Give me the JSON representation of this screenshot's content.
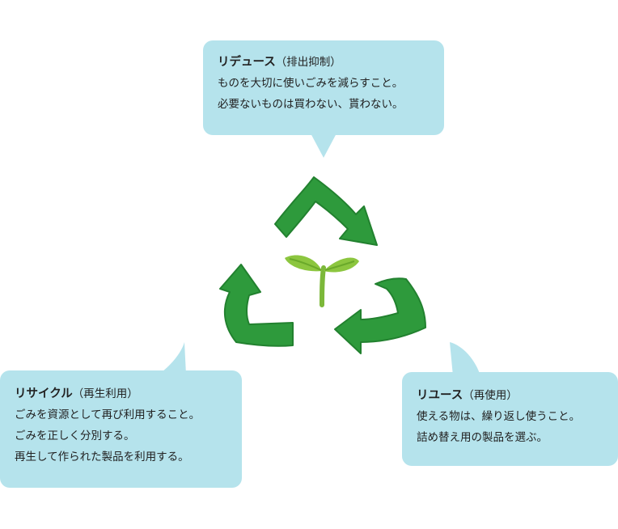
{
  "colors": {
    "bubble": "#b5e3ec",
    "arrow": "#2e9a3c",
    "arrow_edge": "#22812f",
    "sprout_leaf": "#8cc63f",
    "sprout_leaf_vein": "#6aa92a",
    "sprout_stem": "#7cb83a",
    "text": "#222222"
  },
  "icons": {
    "arrows": "recycle-arrows-icon",
    "sprout": "sprout-icon"
  },
  "reduce": {
    "title": "リデュース",
    "subtitle": "（排出抑制）",
    "lines": [
      "ものを大切に使いごみを減らすこと。",
      "必要ないものは買わない、貰わない。"
    ]
  },
  "recycle": {
    "title": "リサイクル",
    "subtitle": "（再生利用）",
    "lines": [
      "ごみを資源として再び利用すること。",
      "ごみを正しく分別する。",
      "再生して作られた製品を利用する。"
    ]
  },
  "reuse": {
    "title": "リユース",
    "subtitle": "（再使用）",
    "lines": [
      "使える物は、繰り返し使うこと。",
      "詰め替え用の製品を選ぶ。"
    ]
  }
}
